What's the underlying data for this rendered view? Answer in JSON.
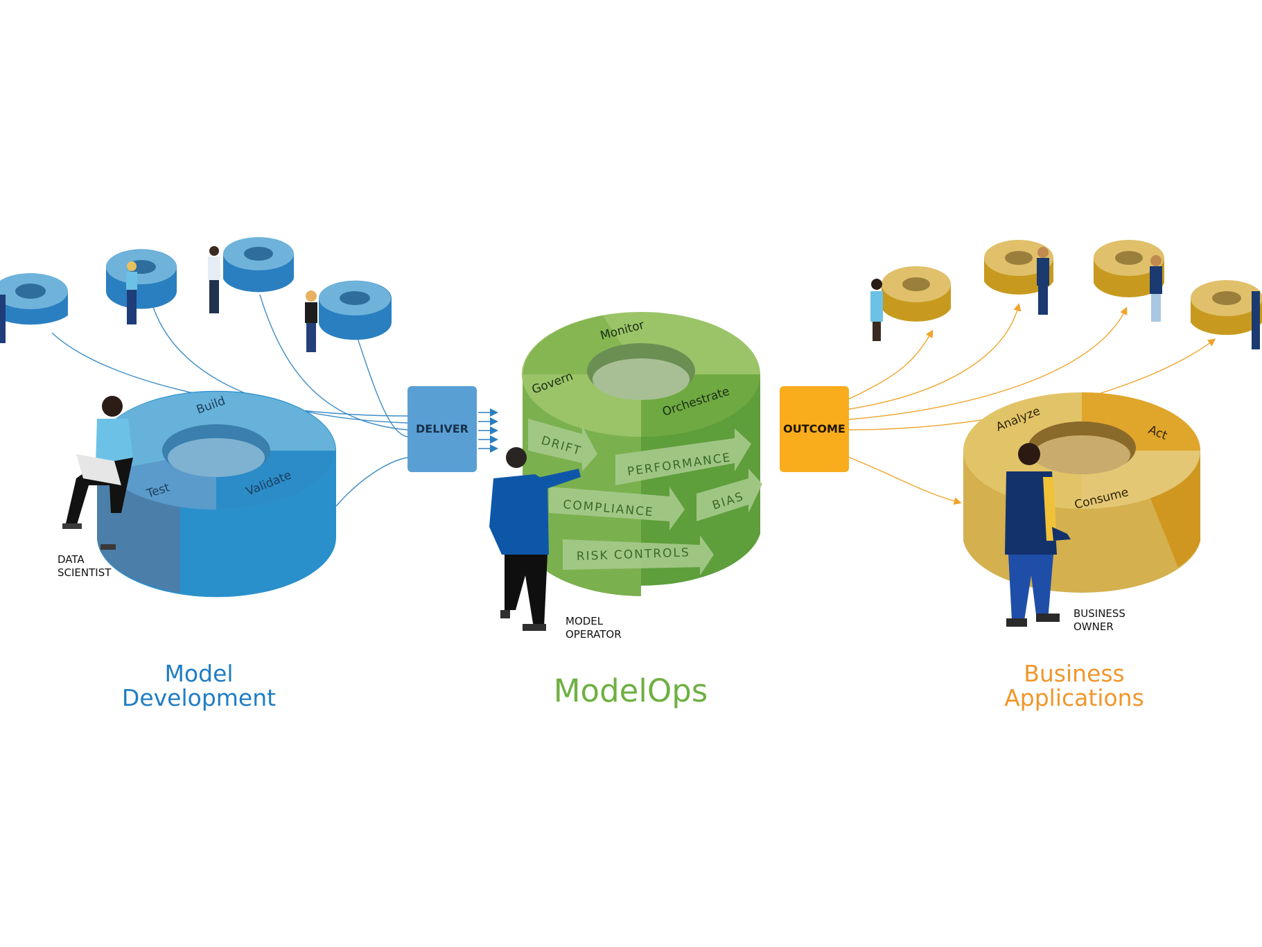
{
  "colors": {
    "dev_blue": "#2a8fcb",
    "ops_green": "#6fb043",
    "biz_orange": "#f0a32a",
    "deliver_box": "#5a9fd4",
    "outcome_box": "#f9ad1c"
  },
  "development": {
    "title_line1": "Model",
    "title_line2": "Development",
    "segments": [
      "Build",
      "Test",
      "Validate"
    ],
    "role_line1": "DATA",
    "role_line2": "SCIENTIST"
  },
  "deliver": {
    "label": "DELIVER"
  },
  "modelops": {
    "title": "ModelOps",
    "segments": [
      "Monitor",
      "Govern",
      "Orchestrate"
    ],
    "arrows": [
      "DRIFT",
      "PERFORMANCE",
      "COMPLIANCE",
      "BIAS",
      "RISK CONTROLS"
    ],
    "role_line1": "MODEL",
    "role_line2": "OPERATOR"
  },
  "outcome": {
    "label": "OUTCOME"
  },
  "business": {
    "title_line1": "Business",
    "title_line2": "Applications",
    "segments": [
      "Analyze",
      "Act",
      "Consume"
    ],
    "role_line1": "BUSINESS",
    "role_line2": "OWNER"
  }
}
